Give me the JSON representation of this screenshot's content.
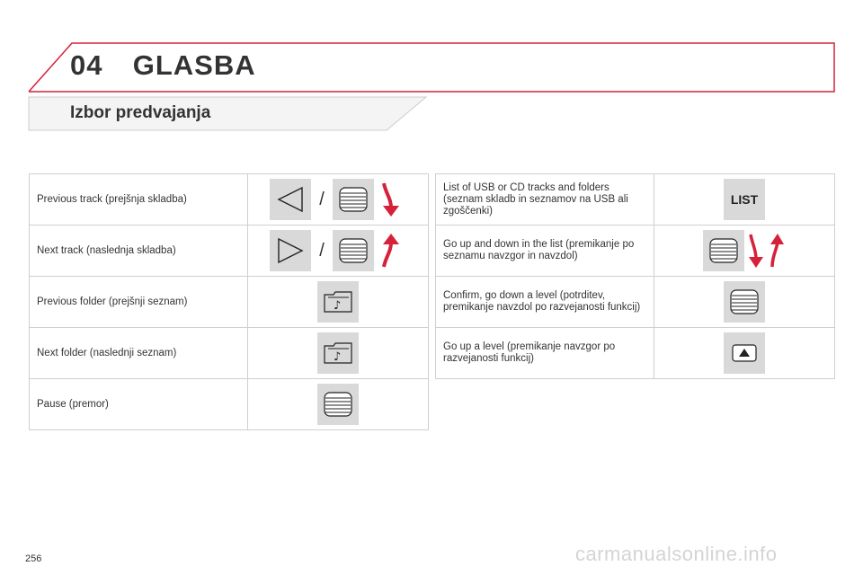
{
  "chapter": {
    "number": "04",
    "title": "GLASBA"
  },
  "section": {
    "title": "Izbor predvajanja"
  },
  "left_table": [
    {
      "label": "Previous track (prejšnja skladba)",
      "controls": [
        "triangle-left-icon",
        "slash",
        "rotary-knob-icon",
        "arrow-down-red-icon"
      ]
    },
    {
      "label": "Next track (naslednja skladba)",
      "controls": [
        "triangle-right-icon",
        "slash",
        "rotary-knob-icon",
        "arrow-up-red-icon"
      ]
    },
    {
      "label": "Previous folder (prejšnji seznam)",
      "controls": [
        "music-folder-icon"
      ]
    },
    {
      "label": "Next folder (naslednji seznam)",
      "controls": [
        "music-folder-icon"
      ]
    },
    {
      "label": "Pause (premor)",
      "controls": [
        "rotary-knob-icon"
      ]
    }
  ],
  "right_table": [
    {
      "label": "List of USB or CD tracks and folders (seznam skladb in seznamov na USB ali zgoščenki)",
      "button_text": "LIST"
    },
    {
      "label": "Go up and down in the list (premikanje po seznamu navzgor in navzdol)",
      "controls": [
        "rotary-knob-icon",
        "arrows-up-down-red-icon"
      ]
    },
    {
      "label": "Confirm, go down a level (potrditev, premikanje navzdol po razvejanosti funkcij)",
      "controls": [
        "rotary-knob-icon"
      ]
    },
    {
      "label": "Go up a level (premikanje navzgor po razvejanosti funkcij)",
      "controls": [
        "eject-up-icon"
      ]
    }
  ],
  "separator": "/",
  "colors": {
    "accent": "#d6213a",
    "button_bg": "#d9d9d9",
    "border": "#cfcfcf"
  },
  "page_number": "256",
  "watermark": "carmanualsonline.info"
}
